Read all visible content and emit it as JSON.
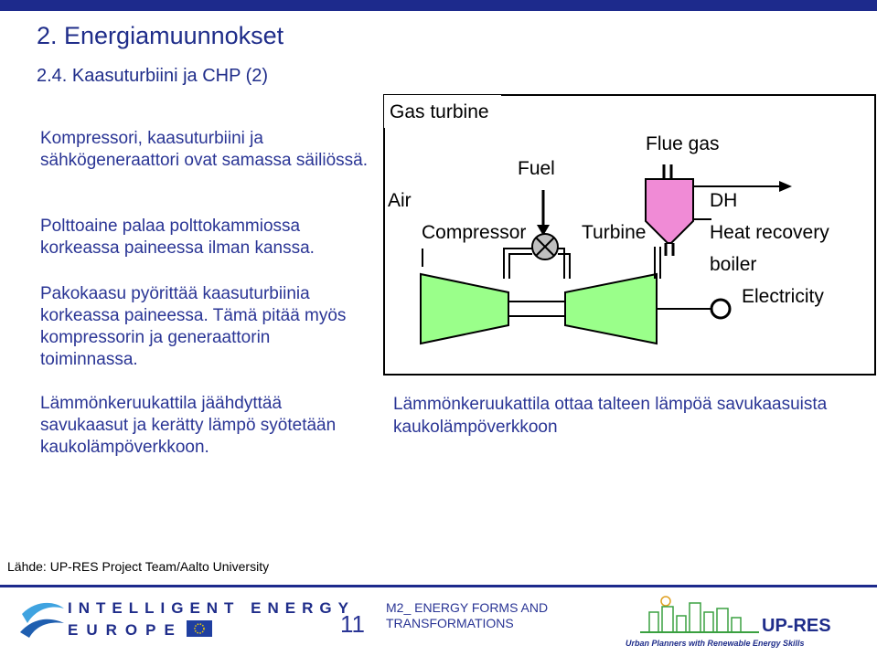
{
  "slide": {
    "title": "2.  Energiamuunnokset",
    "subtitle": "2.4. Kaasuturbiini ja CHP (2)",
    "paragraphs": [
      "Kompressori, kaasuturbiini ja sähkögeneraattori ovat samassa säiliössä.",
      "Polttoaine palaa polttokammiossa korkeassa paineessa ilman kanssa.",
      "Pakokaasu pyörittää kaasuturbiinia korkeassa paineessa. Tämä pitää myös kompressorin ja generaattorin toiminnassa.",
      "Lämmönkeruukattila jäähdyttää savukaasut ja kerätty lämpö syötetään kaukolämpöverkkoon."
    ],
    "caption": "Lämmönkeruukattila ottaa talteen lämpöä savukaasuista kaukolämpöverkkoon",
    "source": "Lähde:  UP-RES Project Team/Aalto University"
  },
  "diagram": {
    "box_title": "Gas turbine",
    "labels": {
      "air": "Air",
      "compressor": "Compressor",
      "fuel": "Fuel",
      "turbine": "Turbine",
      "flue_gas": "Flue gas",
      "dh": "DH",
      "heat_recovery": "Heat recovery",
      "boiler": "boiler",
      "electricity": "Electricity"
    },
    "colors": {
      "boiler_fill": "#f08bd6",
      "turbine_fill": "#9aff8a",
      "valve_fill": "#c0c0c0"
    }
  },
  "footer": {
    "iee_line1": "INTELLIGENT ENERGY",
    "iee_line2": "EUROPE",
    "page_number": "11",
    "module_title": "M2_ ENERGY FORMS AND TRANSFORMATIONS",
    "upres_name": "UP-RES",
    "upres_tagline": "Urban Planners with Renewable Energy Skills"
  }
}
